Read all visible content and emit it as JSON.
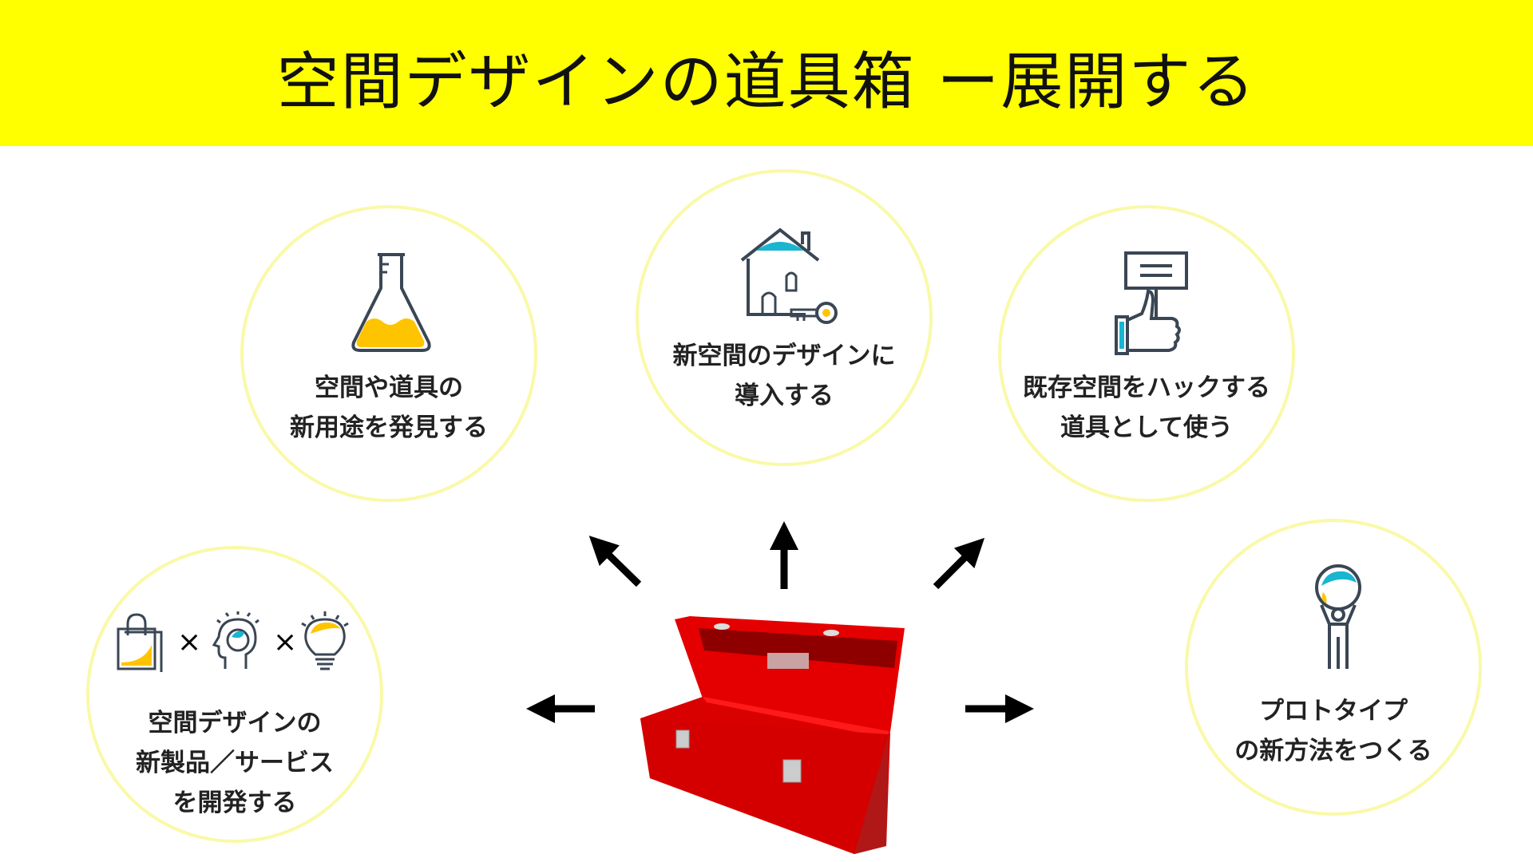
{
  "title": "空間デザインの道具箱 ー展開する",
  "nodes": [
    {
      "id": "discover",
      "lines": [
        "空間や道具の",
        "新用途を発見する"
      ],
      "icon": "flask-icon"
    },
    {
      "id": "new-space",
      "lines": [
        "新空間のデザインに",
        "導入する"
      ],
      "icon": "house-key-icon"
    },
    {
      "id": "hack",
      "lines": [
        "既存空間をハックする",
        "道具として使う"
      ],
      "icon": "thumbs-up-sign-icon"
    },
    {
      "id": "products",
      "lines": [
        "空間デザインの",
        "新製品／サービス",
        "を開発する"
      ],
      "icon": "bag-brain-bulb-icons",
      "operator": "×"
    },
    {
      "id": "prototype",
      "lines": [
        "プロトタイプ",
        "の新方法をつくる"
      ],
      "icon": "person-balloon-icon"
    }
  ],
  "center": {
    "icon": "toolbox-icon"
  },
  "colors": {
    "banner": "#ffff00",
    "circle": "#f9f9a8",
    "accent_yellow": "#ffc400",
    "accent_cyan": "#19b5d1",
    "toolbox": "#e00000",
    "icon_stroke": "#3a4654"
  }
}
